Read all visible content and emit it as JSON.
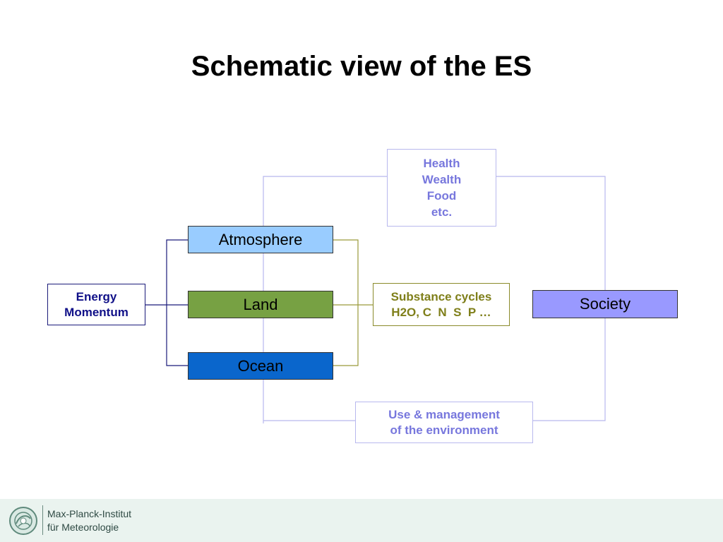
{
  "title": "Schematic view of the ES",
  "diagram": {
    "energy": [
      "Energy",
      "Momentum"
    ],
    "atmosphere": "Atmosphere",
    "land": "Land",
    "ocean": "Ocean",
    "substance": [
      "Substance cycles",
      "H2O, C  N  S  P …"
    ],
    "health": [
      "Health",
      "Wealth",
      "Food",
      "etc."
    ],
    "use": [
      "Use & management",
      "of the environment"
    ],
    "society": "Society"
  },
  "colors": {
    "atmosphere": "#99ccff",
    "land": "#77a143",
    "ocean": "#0a66cc",
    "society": "#9999ff",
    "energy_text": "#101088",
    "substance_text": "#7f7f1a",
    "feedback_text": "#7777dd"
  },
  "footer": {
    "logo_icon": "mpi-logo-icon",
    "institute_line1": "Max-Planck-Institut",
    "institute_line2": "für Meteorologie"
  }
}
